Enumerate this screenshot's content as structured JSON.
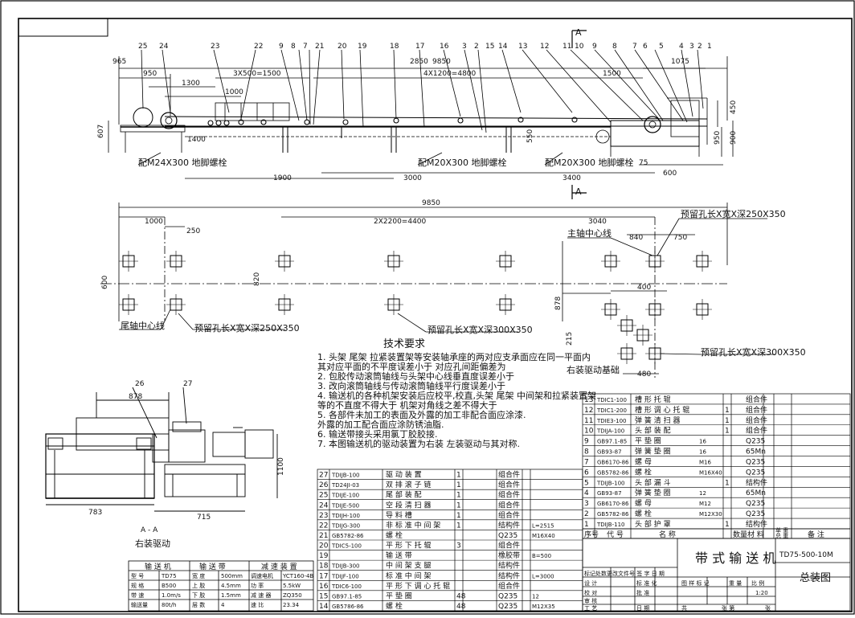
{
  "dims": {
    "top_overall": "9850",
    "tail_offset": "965",
    "d_950": "950",
    "d_1300": "1300",
    "d_1000": "1000",
    "d_1400": "1400",
    "spacing_1": "3X500=1500",
    "d_2850": "2850",
    "spacing_2": "4X1200=4800",
    "d_1500": "1500",
    "d_1075": "1075",
    "d_1900": "1900",
    "d_3000": "3000",
    "d_3400": "3400",
    "d_600": "600",
    "d_75": "75",
    "h_607": "607",
    "h_450": "450",
    "h_550": "550",
    "h_950": "950",
    "h_900": "900",
    "plan_overall": "9850",
    "plan_spacing": "2X2200=4400",
    "plan_3040": "3040",
    "plan_1000": "1000",
    "plan_250": "250",
    "plan_600": "600",
    "plan_820": "820",
    "plan_840": "840",
    "plan_750": "750",
    "plan_400": "400",
    "plan_878": "878",
    "plan_215": "215",
    "plan_480": "480",
    "drive_878": "878",
    "drive_783": "783",
    "drive_715": "715",
    "drive_1100": "1100"
  },
  "part_numbers_top": [
    "25",
    "24",
    "23",
    "22",
    "9",
    "8",
    "7",
    "21",
    "20",
    "19",
    "18",
    "17",
    "16",
    "3",
    "2",
    "15",
    "14",
    "13",
    "12",
    "11",
    "10",
    "9",
    "8",
    "7",
    "6",
    "5",
    "4",
    "3",
    "2",
    "1"
  ],
  "section_markers": {
    "a1": "A",
    "a2": "A"
  },
  "labels": {
    "bolt1": "配M24X300 地脚螺栓",
    "bolt2": "配M20X300 地脚螺栓",
    "bolt3": "配M20X300 地脚螺栓",
    "hole1": "预留孔长X宽X深250X350",
    "hole2": "预留孔长X宽X深250X350",
    "hole3": "预留孔长X宽X深300X350",
    "hole4": "预留孔长X宽X深300X350",
    "head_center": "主轴中心线",
    "tail_center": "尾轴中心线",
    "drive_base": "右装驱动基础",
    "section_title": "A - A",
    "drive_title": "右装驱动",
    "part26": "26",
    "part27": "27"
  },
  "tech": {
    "title": "技术要求",
    "items": [
      "1. 头架 尾架 拉紧装置架等安装轴承座的两对应支承面应在同一平面内",
      "   其对应平面的不平度误差小于      对应孔间距偏差为",
      "2. 包胶传动滚筒轴线与头架中心线垂直度误差小于",
      "3. 改向滚筒轴线与传动滚筒轴线平行度误差小于",
      "4. 输送机的各种机架安装后应校平,校直,头架 尾架 中间架和拉紧装置架",
      "   等的不直度不得大于     机架对角线之差不得大于",
      "5. 各部件未加工的表面及外露的加工非配合面应涂漆.",
      "   外露的加工配合面应涂防锈油脂.",
      "6. 输送带接头采用氯丁胶胶接.",
      "7. 本图输送机的驱动装置为右装 左装驱动与其对称."
    ]
  },
  "bom_left": [
    {
      "no": "27",
      "code": "TDIJB-100",
      "name": "驱 动 装 置",
      "qty": "1",
      "mat": "组合件",
      "note": ""
    },
    {
      "no": "26",
      "code": "TD24JI-03",
      "name": "双 排 滚 子 链",
      "qty": "1",
      "mat": "组合件",
      "note": ""
    },
    {
      "no": "25",
      "code": "TDIJE-100",
      "name": "尾 部 装 配",
      "qty": "1",
      "mat": "组合件",
      "note": ""
    },
    {
      "no": "24",
      "code": "TDIJE-500",
      "name": "空 段 清 扫 器",
      "qty": "1",
      "mat": "组合件",
      "note": ""
    },
    {
      "no": "23",
      "code": "TDIJH-100",
      "name": "导 料 槽",
      "qty": "1",
      "mat": "组合件",
      "note": ""
    },
    {
      "no": "22",
      "code": "TDIJG-300",
      "name": "非 标 准 中 间 架",
      "qty": "1",
      "mat": "结构件",
      "note": "L=2515"
    },
    {
      "no": "21",
      "code": "GB5782-86",
      "name": "螺      栓",
      "qty": "",
      "mat": "Q235",
      "note": "M16X40"
    },
    {
      "no": "20",
      "code": "TDIC5-100",
      "name": "平 形 下 托 辊",
      "qty": "3",
      "mat": "组合件",
      "note": ""
    },
    {
      "no": "19",
      "code": "",
      "name": "输 送 带",
      "qty": "",
      "mat": "橡胶带",
      "note": "B=500"
    },
    {
      "no": "18",
      "code": "TDIJB-300",
      "name": "中 间 架 支 腿",
      "qty": "",
      "mat": "结构件",
      "note": ""
    },
    {
      "no": "17",
      "code": "TDIJF-100",
      "name": "标 准 中 间 架",
      "qty": "",
      "mat": "结构件",
      "note": "L=3000"
    },
    {
      "no": "16",
      "code": "TDIC6-100",
      "name": "平 形 下 调 心 托 辊",
      "qty": "",
      "mat": "组合件",
      "note": ""
    },
    {
      "no": "15",
      "code": "GB97.1-85",
      "name": "平 垫 圈",
      "qty": "48",
      "mat": "Q235",
      "note": "12"
    },
    {
      "no": "14",
      "code": "GB5786-86",
      "name": "螺      栓",
      "qty": "48",
      "mat": "Q235",
      "note": "M12X35"
    }
  ],
  "bom_right": [
    {
      "no": "13",
      "code": "TDIC1-100",
      "name": "槽 形 托 辊",
      "qty": "",
      "mat": "组合件",
      "note": ""
    },
    {
      "no": "12",
      "code": "TDIC1-200",
      "name": "槽 形 调 心 托 辊",
      "qty": "1",
      "mat": "组合件",
      "note": ""
    },
    {
      "no": "11",
      "code": "TDIE3-100",
      "name": "弹 簧 清 扫 器",
      "qty": "1",
      "mat": "组合件",
      "note": ""
    },
    {
      "no": "10",
      "code": "TDIJA-100",
      "name": "头 部 装 配",
      "qty": "1",
      "mat": "组合件",
      "note": ""
    },
    {
      "no": "9",
      "code": "GB97.1-85",
      "name": "平 垫 圈",
      "qty": "",
      "mat": "Q235",
      "note": "16"
    },
    {
      "no": "8",
      "code": "GB93-87",
      "name": "弹 簧 垫 圈",
      "qty": "",
      "mat": "65Mn",
      "note": "16"
    },
    {
      "no": "7",
      "code": "GB6170-86",
      "name": "螺      母",
      "qty": "",
      "mat": "Q235",
      "note": "M16"
    },
    {
      "no": "6",
      "code": "GB5782-86",
      "name": "螺      栓",
      "qty": "",
      "mat": "Q235",
      "note": "M16X40"
    },
    {
      "no": "5",
      "code": "TDIJB-100",
      "name": "头 部 漏 斗",
      "qty": "1",
      "mat": "结构件",
      "note": ""
    },
    {
      "no": "4",
      "code": "GB93-87",
      "name": "弹 簧 垫 圈",
      "qty": "",
      "mat": "65Mn",
      "note": "12"
    },
    {
      "no": "3",
      "code": "GB6170-86",
      "name": "螺      母",
      "qty": "",
      "mat": "Q235",
      "note": "M12"
    },
    {
      "no": "2",
      "code": "GB5782-86",
      "name": "螺      栓",
      "qty": "",
      "mat": "Q235",
      "note": "M12X30"
    },
    {
      "no": "1",
      "code": "TDIJB-110",
      "name": "头 部 护 罩",
      "qty": "1",
      "mat": "结构件",
      "note": ""
    }
  ],
  "bom_header": {
    "no": "序号",
    "code": "代      号",
    "name": "名              称",
    "qty": "数量",
    "mat": "材  料",
    "unit_weight": "单 重",
    "total_weight": "总 重",
    "note": "备  注"
  },
  "spec": {
    "header": [
      "输 送 机",
      "输 送 带",
      "减 速 装 置"
    ],
    "rows": [
      [
        "型  号",
        "TD75",
        "宽  度",
        "500mm",
        "调速电机",
        "YCT160-4B"
      ],
      [
        "规  格",
        "B500",
        "上  胶",
        "4.5mm",
        "功  率",
        "5.5kW"
      ],
      [
        "带  速",
        "1.0m/s",
        "下  胶",
        "1.5mm",
        "减 速 器",
        "ZQ350"
      ],
      [
        "输送量",
        "80t/h",
        "层  数",
        "4",
        "速  比",
        "23.34"
      ]
    ]
  },
  "title_block": {
    "title": "带 式 输 送 机",
    "drawing_no": "TD75-500-10M",
    "drawing_name": "总装图",
    "design": "设  计",
    "check": "校  对",
    "review": "审  核",
    "process": "工  艺",
    "standard": "标  准  化",
    "approve": "批  准",
    "date": "日  期",
    "stage": "图  样  标  记",
    "weight": "重  量",
    "scale": "比  例",
    "scale_val": "1:20",
    "total": "共",
    "sheet": "张  第",
    "sheet_end": "张",
    "change": "标记处数更改文件号  签 字  日 期"
  }
}
